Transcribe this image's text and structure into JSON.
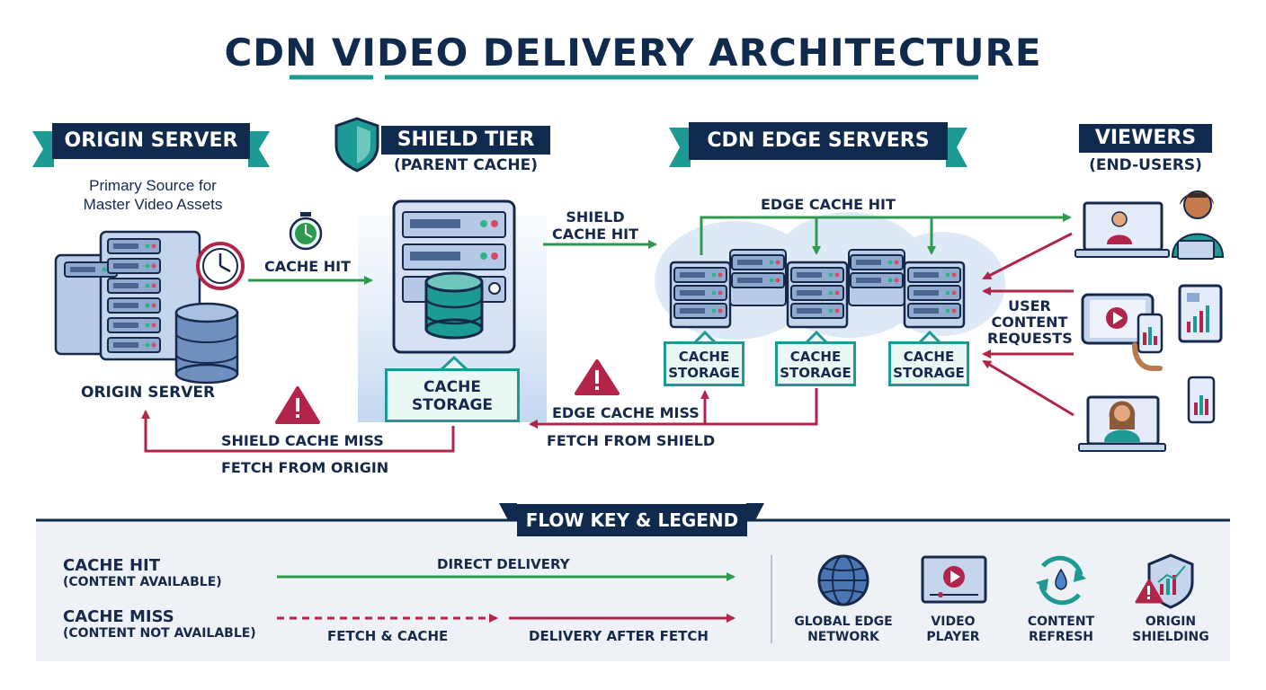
{
  "title": "CDN VIDEO DELIVERY ARCHITECTURE",
  "colors": {
    "navy": "#0f2a4d",
    "teal": "#1c9a93",
    "green": "#2e9a4e",
    "crimson": "#b2244a",
    "legend_bg": "#eef2f6"
  },
  "origin": {
    "banner": "ORIGIN SERVER",
    "description_line1": "Primary Source for",
    "description_line2": "Master Video Assets",
    "label": "ORIGIN SERVER",
    "icons": [
      "server-rack-icon",
      "clock-icon",
      "database-icon"
    ]
  },
  "shield": {
    "banner": "SHIELD TIER",
    "subtitle": "(PARENT CACHE)",
    "storage_line1": "CACHE",
    "storage_line2": "STORAGE",
    "icons": [
      "shield-icon",
      "server-icon",
      "database-icon"
    ]
  },
  "edge": {
    "banner": "CDN EDGE SERVERS",
    "hit_label": "EDGE CACHE HIT",
    "storage_boxes": [
      {
        "line1": "CACHE",
        "line2": "STORAGE"
      },
      {
        "line1": "CACHE",
        "line2": "STORAGE"
      },
      {
        "line1": "CACHE",
        "line2": "STORAGE"
      }
    ]
  },
  "viewers": {
    "banner": "VIEWERS",
    "subtitle": "(END-USERS)",
    "request_line1": "USER",
    "request_line2": "CONTENT",
    "request_line3": "REQUESTS",
    "icons": [
      "laptop-user-icon",
      "user-laptop-icon",
      "tablet-play-icon",
      "phone-chart-icon",
      "tablet-chart-icon",
      "laptop-woman-icon",
      "phone-icon"
    ]
  },
  "flows": {
    "cache_hit": "CACHE HIT",
    "shield_hit_line1": "SHIELD",
    "shield_hit_line2": "CACHE HIT",
    "shield_miss": "SHIELD CACHE MISS",
    "fetch_origin": "FETCH FROM ORIGIN",
    "edge_miss": "EDGE CACHE MISS",
    "fetch_shield": "FETCH FROM SHIELD"
  },
  "legend": {
    "title": "FLOW KEY & LEGEND",
    "hit_title": "CACHE HIT",
    "hit_sub": "(CONTENT AVAILABLE)",
    "hit_arrow_label": "DIRECT DELIVERY",
    "miss_title": "CACHE MISS",
    "miss_sub": "(CONTENT NOT AVAILABLE)",
    "miss_fetch_label": "FETCH & CACHE",
    "miss_delivery_label": "DELIVERY AFTER FETCH",
    "icons": [
      {
        "icon": "globe-icon",
        "line1": "GLOBAL EDGE",
        "line2": "NETWORK"
      },
      {
        "icon": "video-player-icon",
        "line1": "VIDEO",
        "line2": "PLAYER"
      },
      {
        "icon": "refresh-icon",
        "line1": "CONTENT",
        "line2": "REFRESH"
      },
      {
        "icon": "origin-shield-icon",
        "line1": "ORIGIN",
        "line2": "SHIELDING"
      }
    ]
  }
}
